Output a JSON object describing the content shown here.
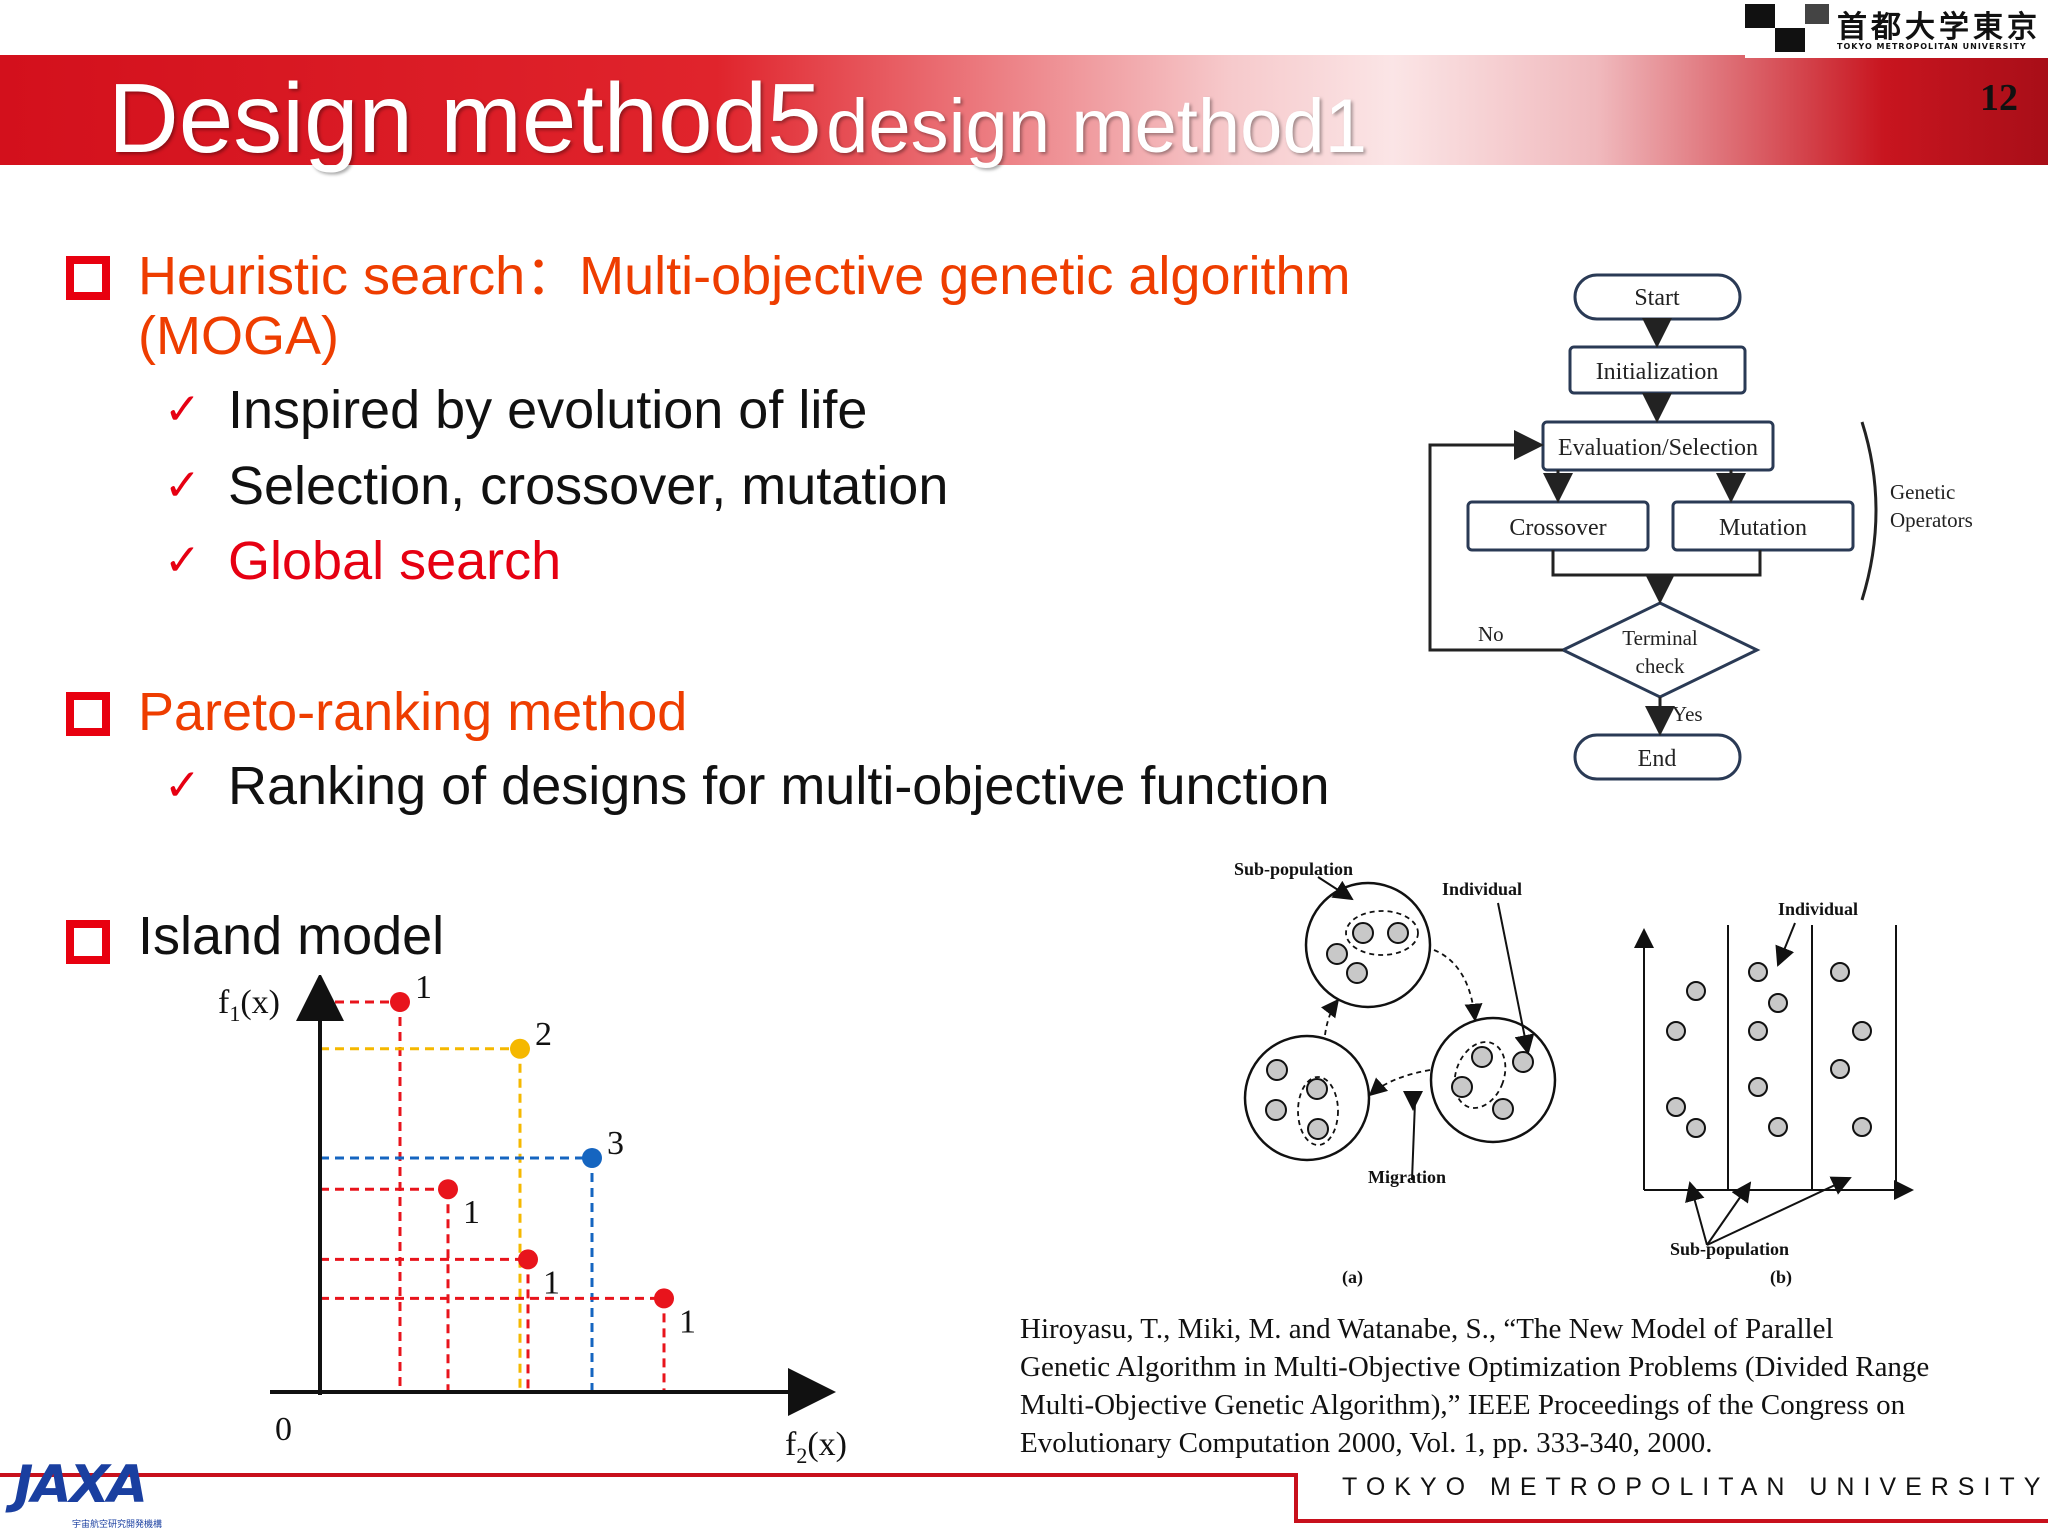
{
  "header": {
    "title_main": "Design method5",
    "title_sub": "design method1",
    "page_number": "12",
    "university_logo_kanji": "首都大学東京",
    "university_logo_en": "TOKYO METROPOLITAN UNIVERSITY"
  },
  "sections": [
    {
      "heading_line1": "Heuristic search：Multi-objective genetic algorithm",
      "heading_line2": "(MOGA)",
      "items": [
        "Inspired by evolution of life",
        "Selection, crossover, mutation",
        "Global search"
      ]
    },
    {
      "heading_line1": "Pareto-ranking method",
      "items": [
        "Ranking of designs for multi-objective function"
      ]
    },
    {
      "heading_line1": "Island model"
    }
  ],
  "flowchart": {
    "start": "Start",
    "init": "Initialization",
    "eval": "Evaluation/Selection",
    "crossover": "Crossover",
    "mutation": "Mutation",
    "genetic_line1": "Genetic",
    "genetic_line2": "Operators",
    "terminal_line1": "Terminal",
    "terminal_line2": "check",
    "no": "No",
    "yes": "Yes",
    "end": "End"
  },
  "pareto_chart": {
    "y_label_base": "f",
    "y_label_sub": "1",
    "y_label_tail": "(x)",
    "x_label_base": "f",
    "x_label_sub": "2",
    "x_label_tail": "(x)",
    "origin": "0",
    "colors": {
      "rank1": "#e8141c",
      "rank2": "#f5b800",
      "rank3": "#1565c0"
    },
    "points": [
      {
        "f2": 1.0,
        "f1": 5.0,
        "rank": "1"
      },
      {
        "f2": 2.5,
        "f1": 4.4,
        "rank": "2"
      },
      {
        "f2": 3.4,
        "f1": 3.0,
        "rank": "3"
      },
      {
        "f2": 1.6,
        "f1": 2.6,
        "rank": "1"
      },
      {
        "f2": 2.6,
        "f1": 1.7,
        "rank": "1"
      },
      {
        "f2": 4.3,
        "f1": 1.2,
        "rank": "1"
      }
    ]
  },
  "island_figure": {
    "sub_population": "Sub-population",
    "individual": "Individual",
    "migration": "Migration",
    "caption_a": "(a)",
    "individual_b": "Individual",
    "sub_population_b": "Sub-population",
    "caption_b": "(b)"
  },
  "reference": {
    "line1": "Hiroyasu, T., Miki, M. and Watanabe, S., “The New Model of Parallel",
    "line2": "Genetic Algorithm in Multi-Objective Optimization Problems (Divided Range",
    "line3": "Multi-Objective Genetic Algorithm),” IEEE Proceedings of the Congress on",
    "line4": "Evolutionary Computation 2000, Vol. 1, pp. 333-340, 2000."
  },
  "footer": {
    "university": "TOKYO METROPOLITAN UNIVERSITY",
    "jaxa_logo": "JAXA",
    "jaxa_sub": "宇宙航空研究開発機構"
  }
}
